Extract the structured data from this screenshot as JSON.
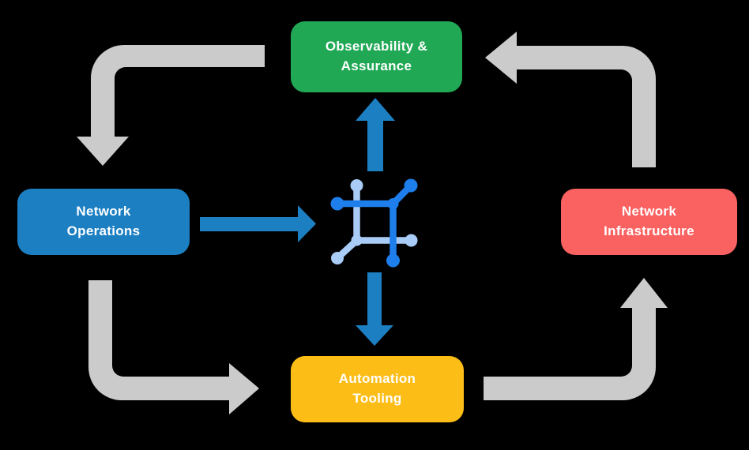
{
  "diagram": {
    "type": "cycle-flow",
    "description": "Network automation lifecycle diagram with four nodes cycling around a central network icon"
  },
  "colors": {
    "background": "#000000",
    "box_green": "#20A855",
    "box_blue": "#1C7FC2",
    "box_red": "#FA6161",
    "box_yellow": "#FCBD17",
    "arrow_gray": "#CBCBCB",
    "arrow_blue": "#1C7FC2",
    "icon_dark": "#1E7EEB",
    "icon_light": "#A9CCF6",
    "text": "#FFFFFF"
  },
  "boxes": [
    {
      "id": "observability-assurance",
      "lines": [
        "Observability &",
        "Assurance"
      ]
    },
    {
      "id": "network-operations",
      "lines": [
        "Network",
        "Operations"
      ]
    },
    {
      "id": "network-infrastructure",
      "lines": [
        "Network",
        "Infrastructure"
      ]
    },
    {
      "id": "automation-tooling",
      "lines": [
        "Automation",
        "Tooling"
      ]
    }
  ],
  "arrows": {
    "gray_cycle": [
      {
        "from": "observability-assurance",
        "to": "network-operations"
      },
      {
        "from": "network-operations",
        "to": "automation-tooling"
      },
      {
        "from": "automation-tooling",
        "to": "network-infrastructure"
      },
      {
        "from": "network-infrastructure",
        "to": "observability-assurance"
      }
    ],
    "blue_center": [
      {
        "from": "network-operations",
        "to": "center-icon"
      },
      {
        "from": "center-icon",
        "to": "observability-assurance"
      },
      {
        "from": "center-icon",
        "to": "automation-tooling"
      }
    ]
  }
}
